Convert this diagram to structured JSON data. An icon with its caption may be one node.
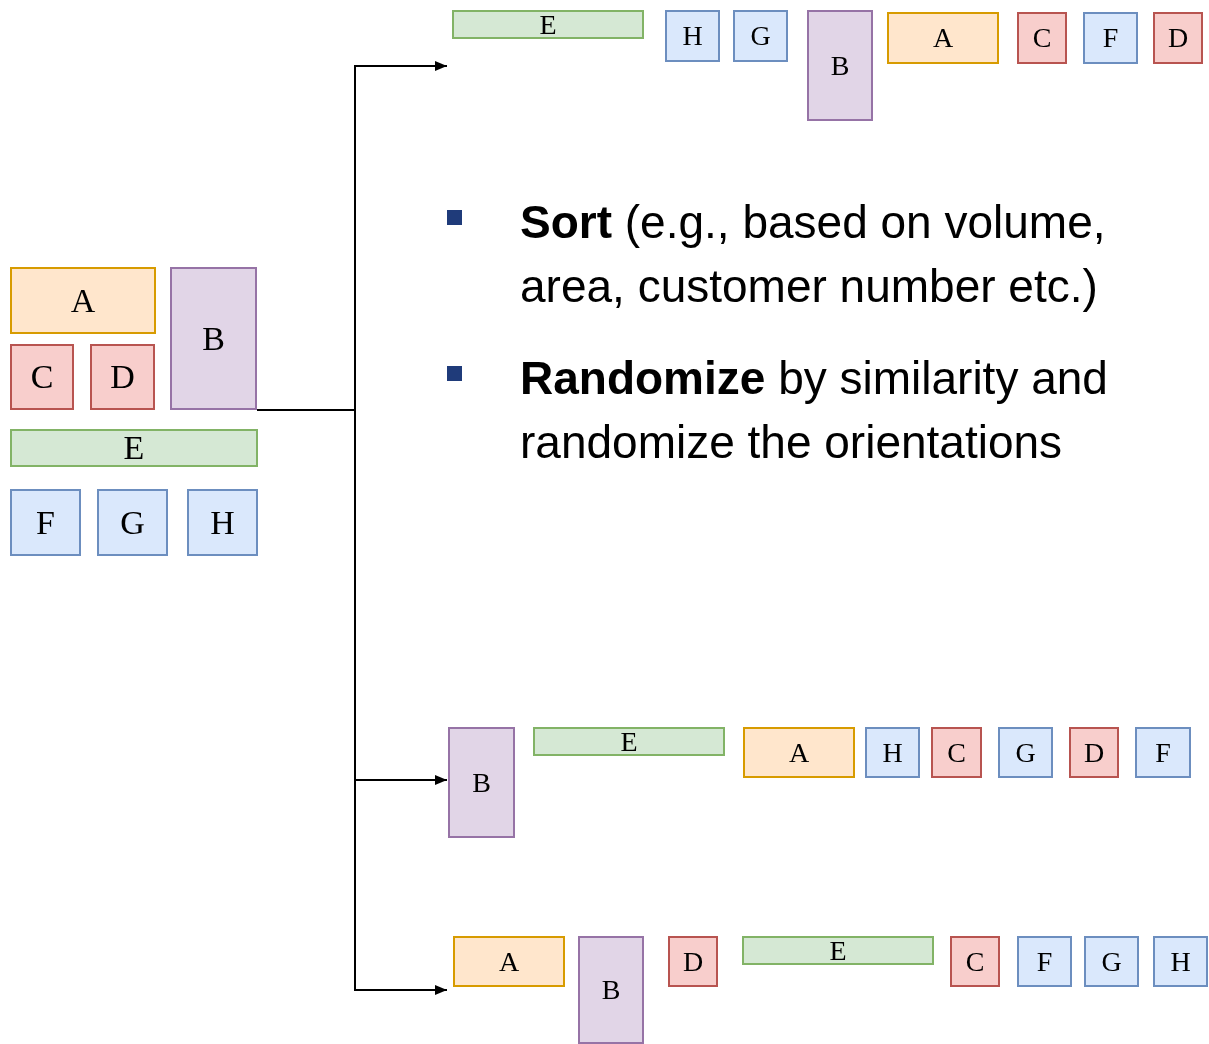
{
  "diagram": {
    "nodes": [
      {
        "text": [
          "A"
        ]
      },
      {
        "text": [
          "B"
        ]
      },
      {
        "text": [
          "C"
        ]
      },
      {
        "text": [
          "D"
        ]
      },
      {
        "text": [
          "E"
        ]
      },
      {
        "text": [
          "F"
        ]
      },
      {
        "text": [
          "G"
        ]
      },
      {
        "text": [
          "H"
        ]
      },
      {
        "text": [
          "E"
        ]
      },
      {
        "text": [
          "H"
        ]
      },
      {
        "text": [
          "G"
        ]
      },
      {
        "text": [
          "B"
        ]
      },
      {
        "text": [
          "A"
        ]
      },
      {
        "text": [
          "C"
        ]
      },
      {
        "text": [
          "F"
        ]
      },
      {
        "text": [
          "D"
        ]
      },
      {
        "text": [
          "B"
        ]
      },
      {
        "text": [
          "E"
        ]
      },
      {
        "text": [
          "A"
        ]
      },
      {
        "text": [
          "H"
        ]
      },
      {
        "text": [
          "C"
        ]
      },
      {
        "text": [
          "G"
        ]
      },
      {
        "text": [
          "D"
        ]
      },
      {
        "text": [
          "F"
        ]
      },
      {
        "text": [
          "A"
        ]
      },
      {
        "text": [
          "B"
        ]
      },
      {
        "text": [
          "D"
        ]
      },
      {
        "text": [
          "E"
        ]
      },
      {
        "text": [
          "C"
        ]
      },
      {
        "text": [
          "F"
        ]
      },
      {
        "text": [
          "G"
        ]
      },
      {
        "text": [
          "H"
        ]
      }
    ],
    "edges": [
      {
        "from": 1,
        "to": 8,
        "arrow": "to"
      },
      {
        "from": 1,
        "to": 16,
        "arrow": "to"
      },
      {
        "from": 1,
        "to": 24,
        "arrow": "to"
      }
    ],
    "labels": [
      "**Sort** (e.g., based on volume, area, customer number etc.)",
      "**Randomize** by similarity and randomize the orientations"
    ]
  }
}
